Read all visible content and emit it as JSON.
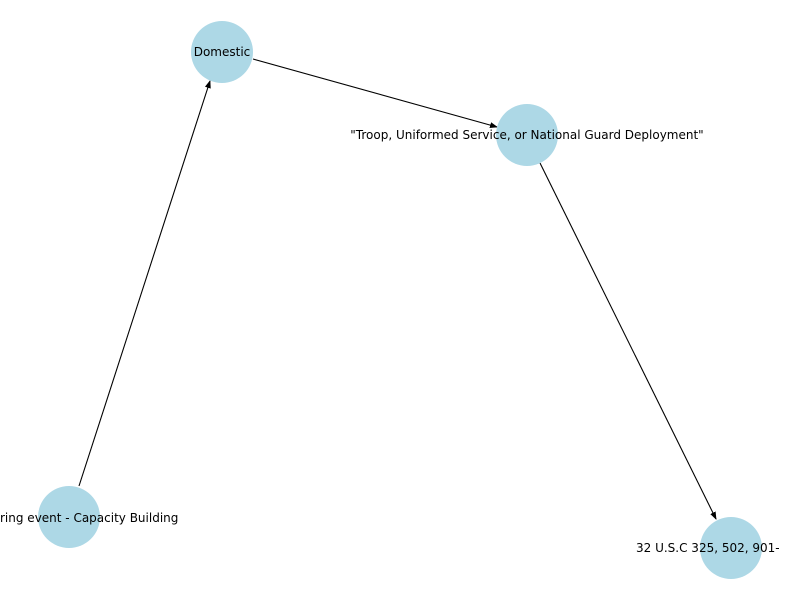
{
  "diagram": {
    "node_color": "#add8e6",
    "edge_color": "#000000",
    "nodes": [
      {
        "id": "n1",
        "label": "Domestic"
      },
      {
        "id": "n2",
        "label": "\"Troop, Uniformed Service, or National Guard Deployment\""
      },
      {
        "id": "n3",
        "label": "ring event - Capacity Building"
      },
      {
        "id": "n4",
        "label": "32 U.S.C 325, 502, 901-"
      }
    ],
    "edges": [
      {
        "from": "n3",
        "to": "n1"
      },
      {
        "from": "n1",
        "to": "n2"
      },
      {
        "from": "n2",
        "to": "n4"
      }
    ]
  }
}
